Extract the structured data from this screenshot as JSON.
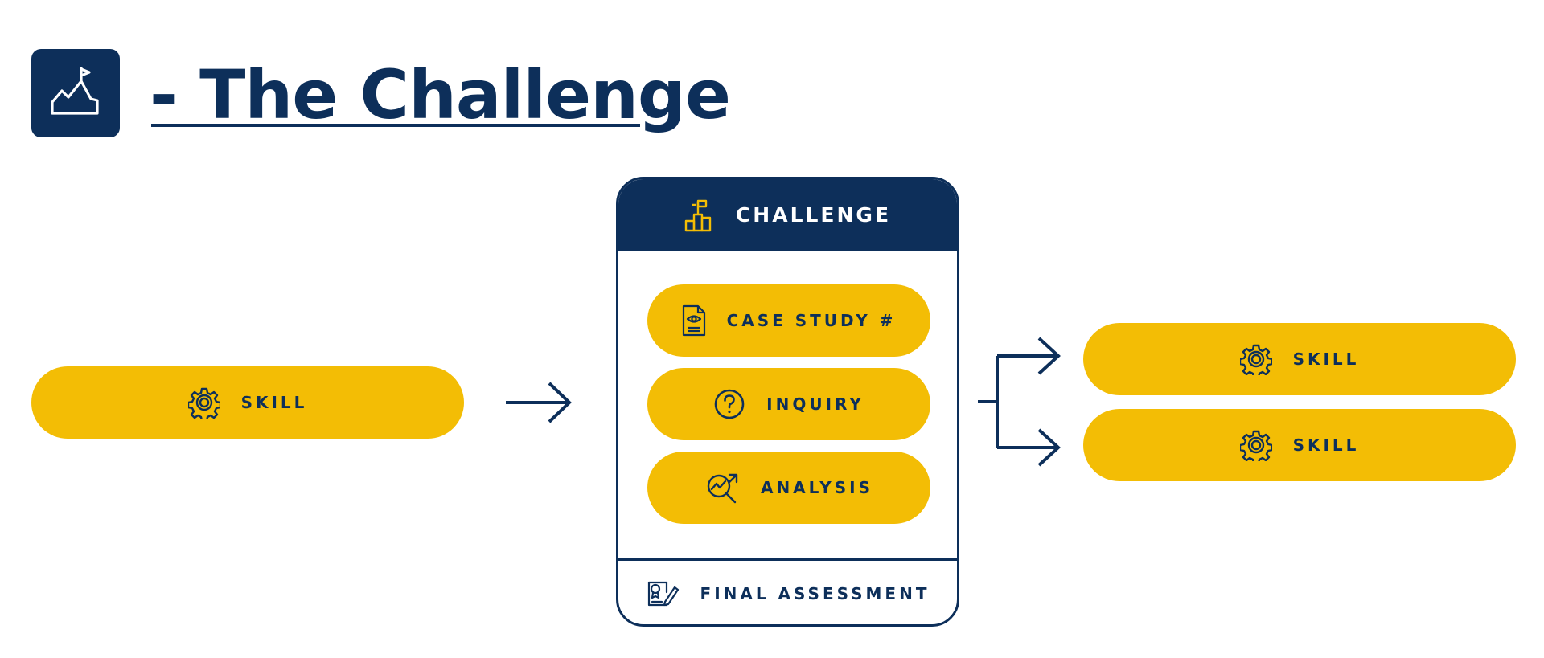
{
  "header": {
    "title": "- The Challenge",
    "logo_icon": "mountain-flag-icon"
  },
  "colors": {
    "navy": "#0d2f5a",
    "yellow": "#f3bd05",
    "white": "#ffffff"
  },
  "input_skill": {
    "label": "SKILL",
    "icon": "gear-icon"
  },
  "challenge_card": {
    "title": "CHALLENGE",
    "title_icon": "podium-flag-icon",
    "items": [
      {
        "label": "CASE STUDY #",
        "icon": "document-eye-icon"
      },
      {
        "label": "INQUIRY",
        "icon": "question-circle-icon"
      },
      {
        "label": "ANALYSIS",
        "icon": "magnifier-trend-icon"
      }
    ],
    "footer": {
      "label": "FINAL ASSESSMENT",
      "icon": "certificate-pen-icon"
    }
  },
  "output_skills": [
    {
      "label": "SKILL",
      "icon": "gear-icon"
    },
    {
      "label": "SKILL",
      "icon": "gear-icon"
    }
  ]
}
